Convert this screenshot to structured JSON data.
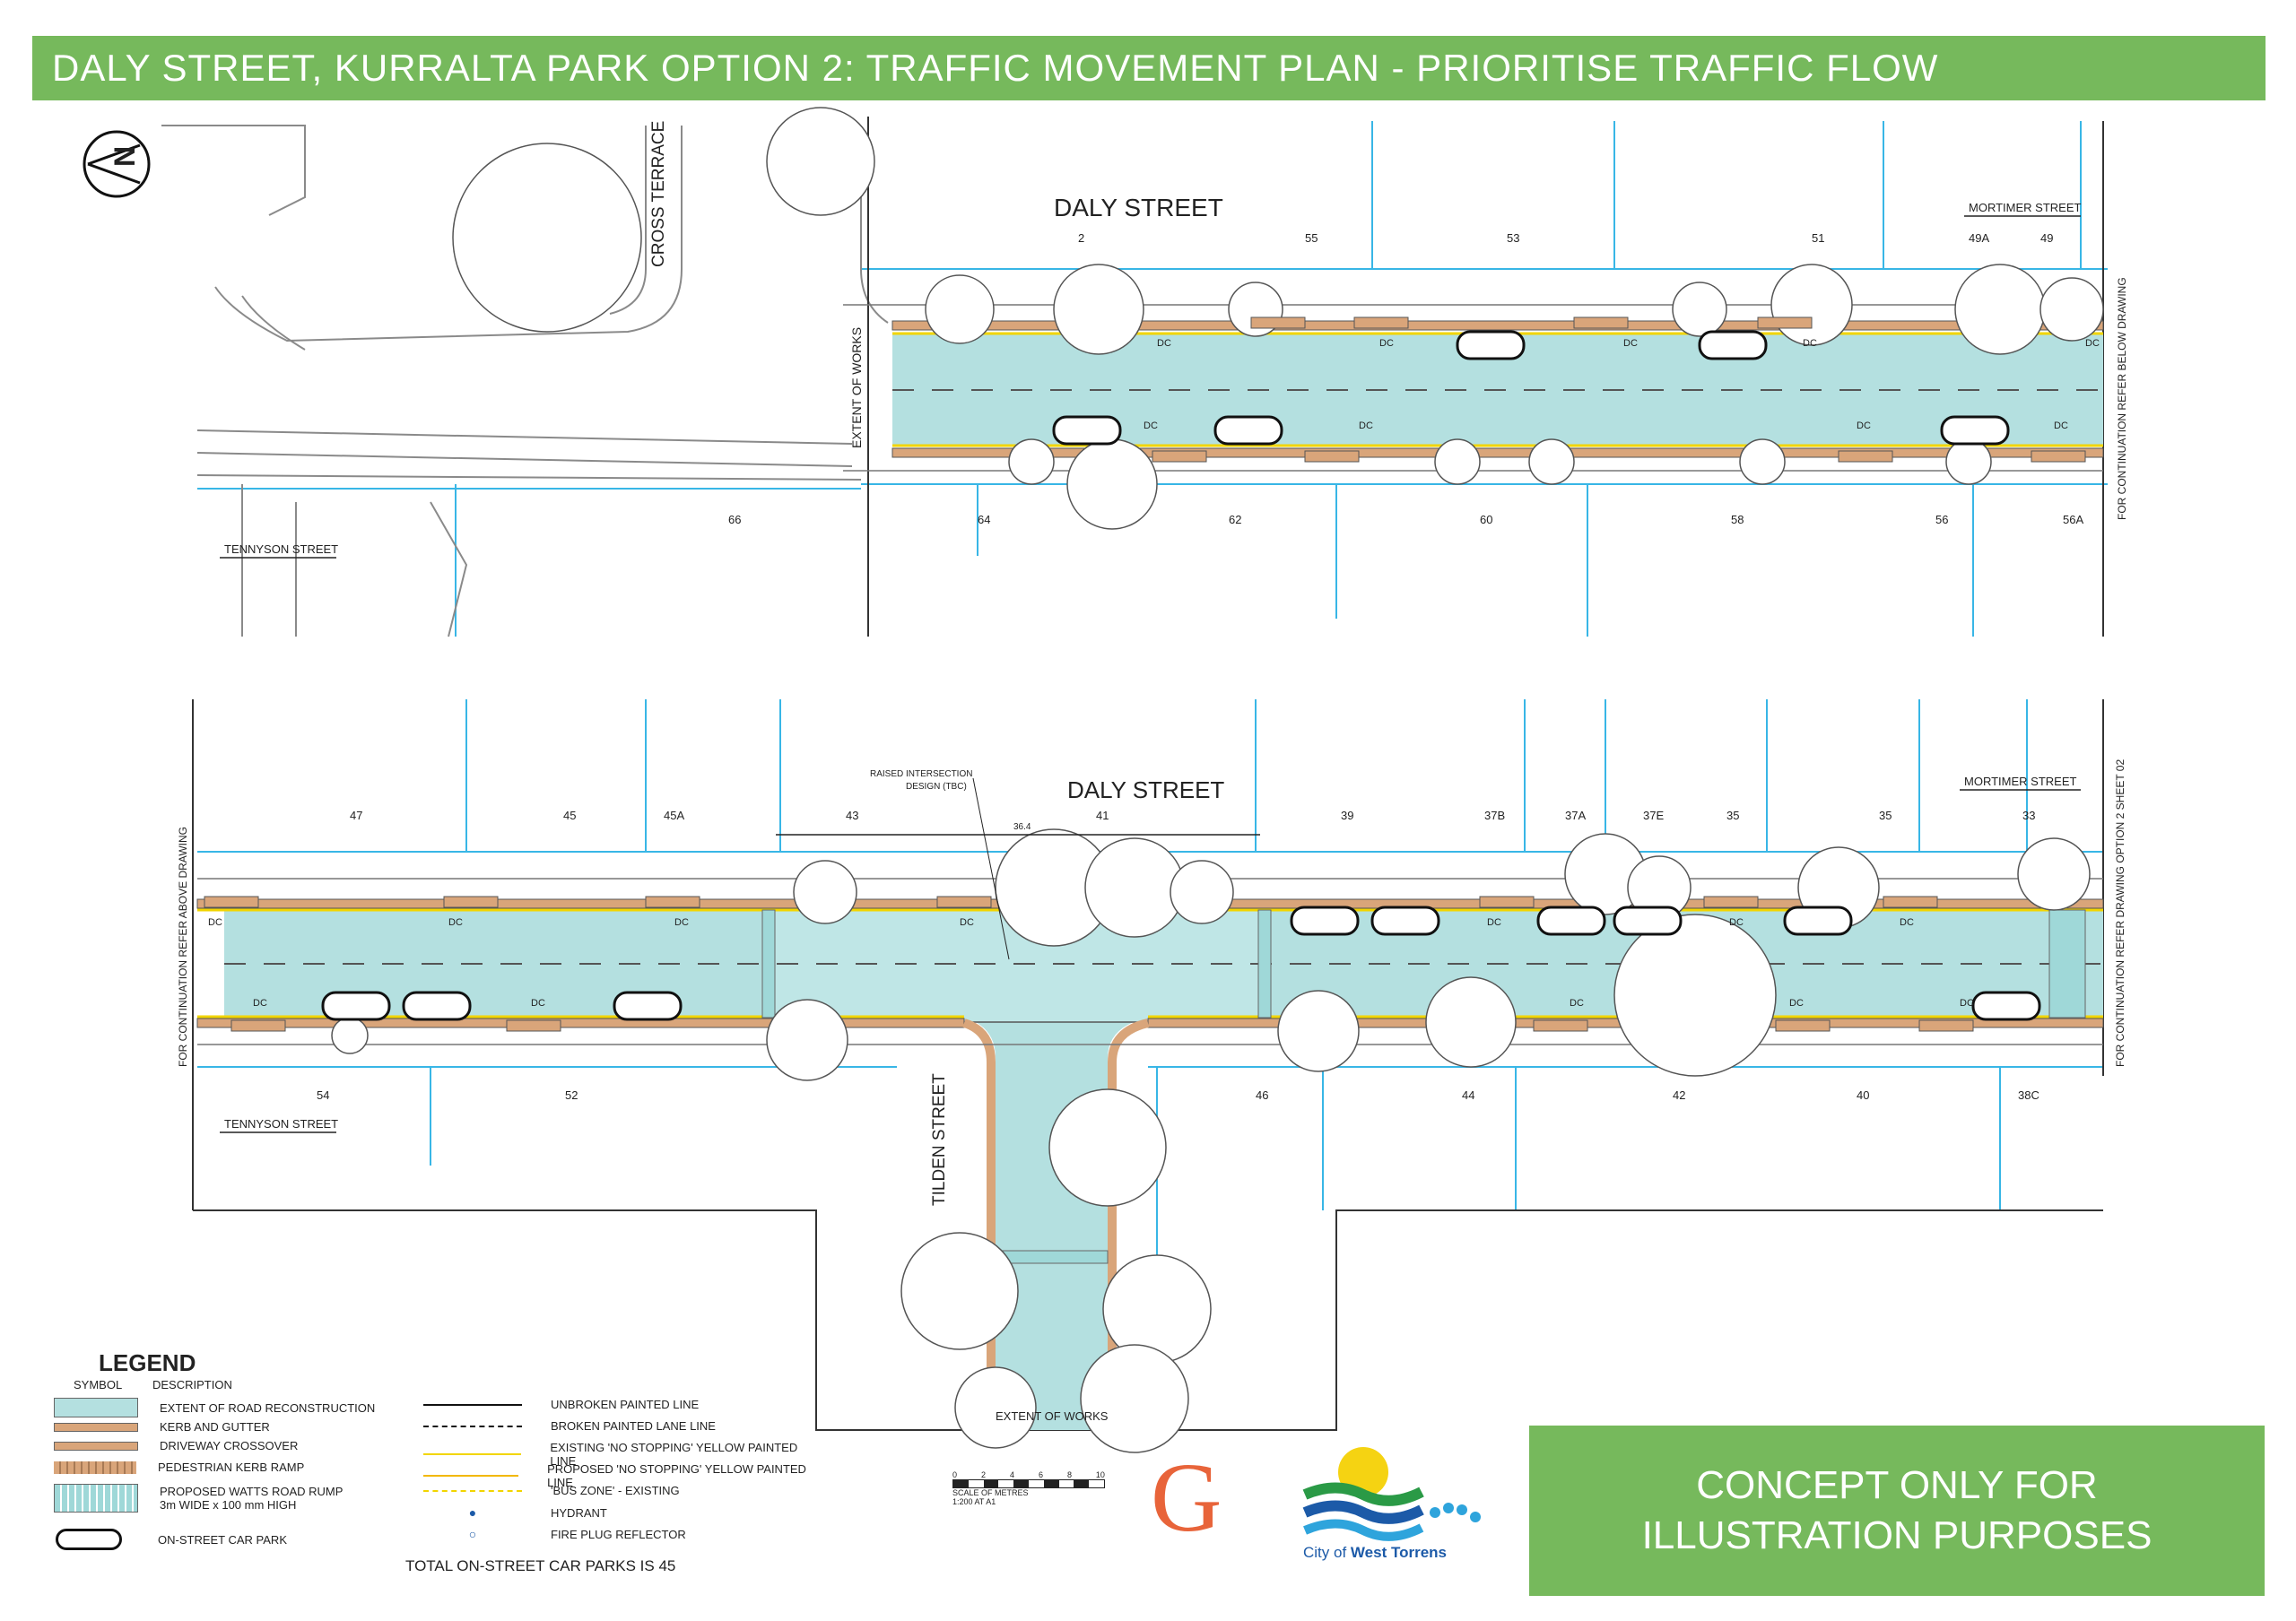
{
  "title": "DALY STREET, KURRALTA PARK OPTION 2:  TRAFFIC MOVEMENT PLAN - PRIORITISE TRAFFIC FLOW",
  "colors": {
    "banner": "#76b95c",
    "road": "#b4e0e0",
    "kerb": "#d9a57a",
    "yellow_line": "#f2d500",
    "survey_line": "#38b6e6"
  },
  "streets": {
    "daly_top": "DALY STREET",
    "daly_bottom": "DALY STREET",
    "cross_terrace": "CROSS TERRACE",
    "mortimer_top": "MORTIMER STREET",
    "mortimer_bottom": "MORTIMER STREET",
    "tennyson_top": "TENNYSON STREET",
    "tennyson_bottom": "TENNYSON STREET",
    "tilden": "TILDEN STREET"
  },
  "notes": {
    "extent_of_works": "EXTENT OF WORKS",
    "extent_of_works_bottom": "EXTENT OF WORKS",
    "continue_below": "FOR CONTINUATION REFER BELOW DRAWING",
    "continue_above": "FOR CONTINUATION REFER ABOVE DRAWING",
    "continue_sheet": "FOR CONTINUATION REFER DRAWING OPTION 2 SHEET 02",
    "raised_1": "RAISED INTERSECTION",
    "raised_2": "DESIGN (TBC)",
    "dim_364": "36.4",
    "driveway": "DC"
  },
  "top_numbers_north": [
    "2",
    "55",
    "53",
    "51",
    "49A",
    "49"
  ],
  "top_numbers_south": [
    "66",
    "64",
    "62",
    "60",
    "58",
    "56",
    "56A"
  ],
  "bottom_numbers_north": [
    "47",
    "45",
    "45A",
    "43",
    "41",
    "39",
    "37B",
    "37A",
    "37E",
    "35",
    "35",
    "33"
  ],
  "bottom_numbers_south": [
    "54",
    "52",
    "46",
    "44",
    "42",
    "40",
    "38C"
  ],
  "legend": {
    "title": "LEGEND",
    "symbol_header": "SYMBOL",
    "description_header": "DESCRIPTION",
    "items": [
      "EXTENT OF ROAD RECONSTRUCTION",
      "KERB AND GUTTER",
      "DRIVEWAY CROSSOVER",
      "PEDESTRIAN KERB RAMP",
      "PROPOSED WATTS ROAD RUMP",
      "ON-STREET CAR PARK"
    ],
    "watts_sub": "3m WIDE x 100 mm HIGH",
    "lines": [
      "UNBROKEN PAINTED LINE",
      "BROKEN PAINTED LANE LINE",
      "EXISTING 'NO STOPPING' YELLOW PAINTED LINE",
      "PROPOSED 'NO STOPPING' YELLOW PAINTED LINE",
      "'BUS ZONE' - EXISTING",
      "HYDRANT",
      "FIRE PLUG REFLECTOR"
    ],
    "total": "TOTAL ON-STREET CAR PARKS IS 45"
  },
  "scale": {
    "ticks": [
      "0",
      "2",
      "4",
      "6",
      "8",
      "10"
    ],
    "label1": "SCALE OF METRES",
    "label2": "1:200 AT A1"
  },
  "concept": {
    "line1": "CONCEPT ONLY FOR",
    "line2": "ILLUSTRATION PURPOSES"
  },
  "logos": {
    "g": "G",
    "city_prefix": "City of",
    "city_name": "West Torrens"
  }
}
